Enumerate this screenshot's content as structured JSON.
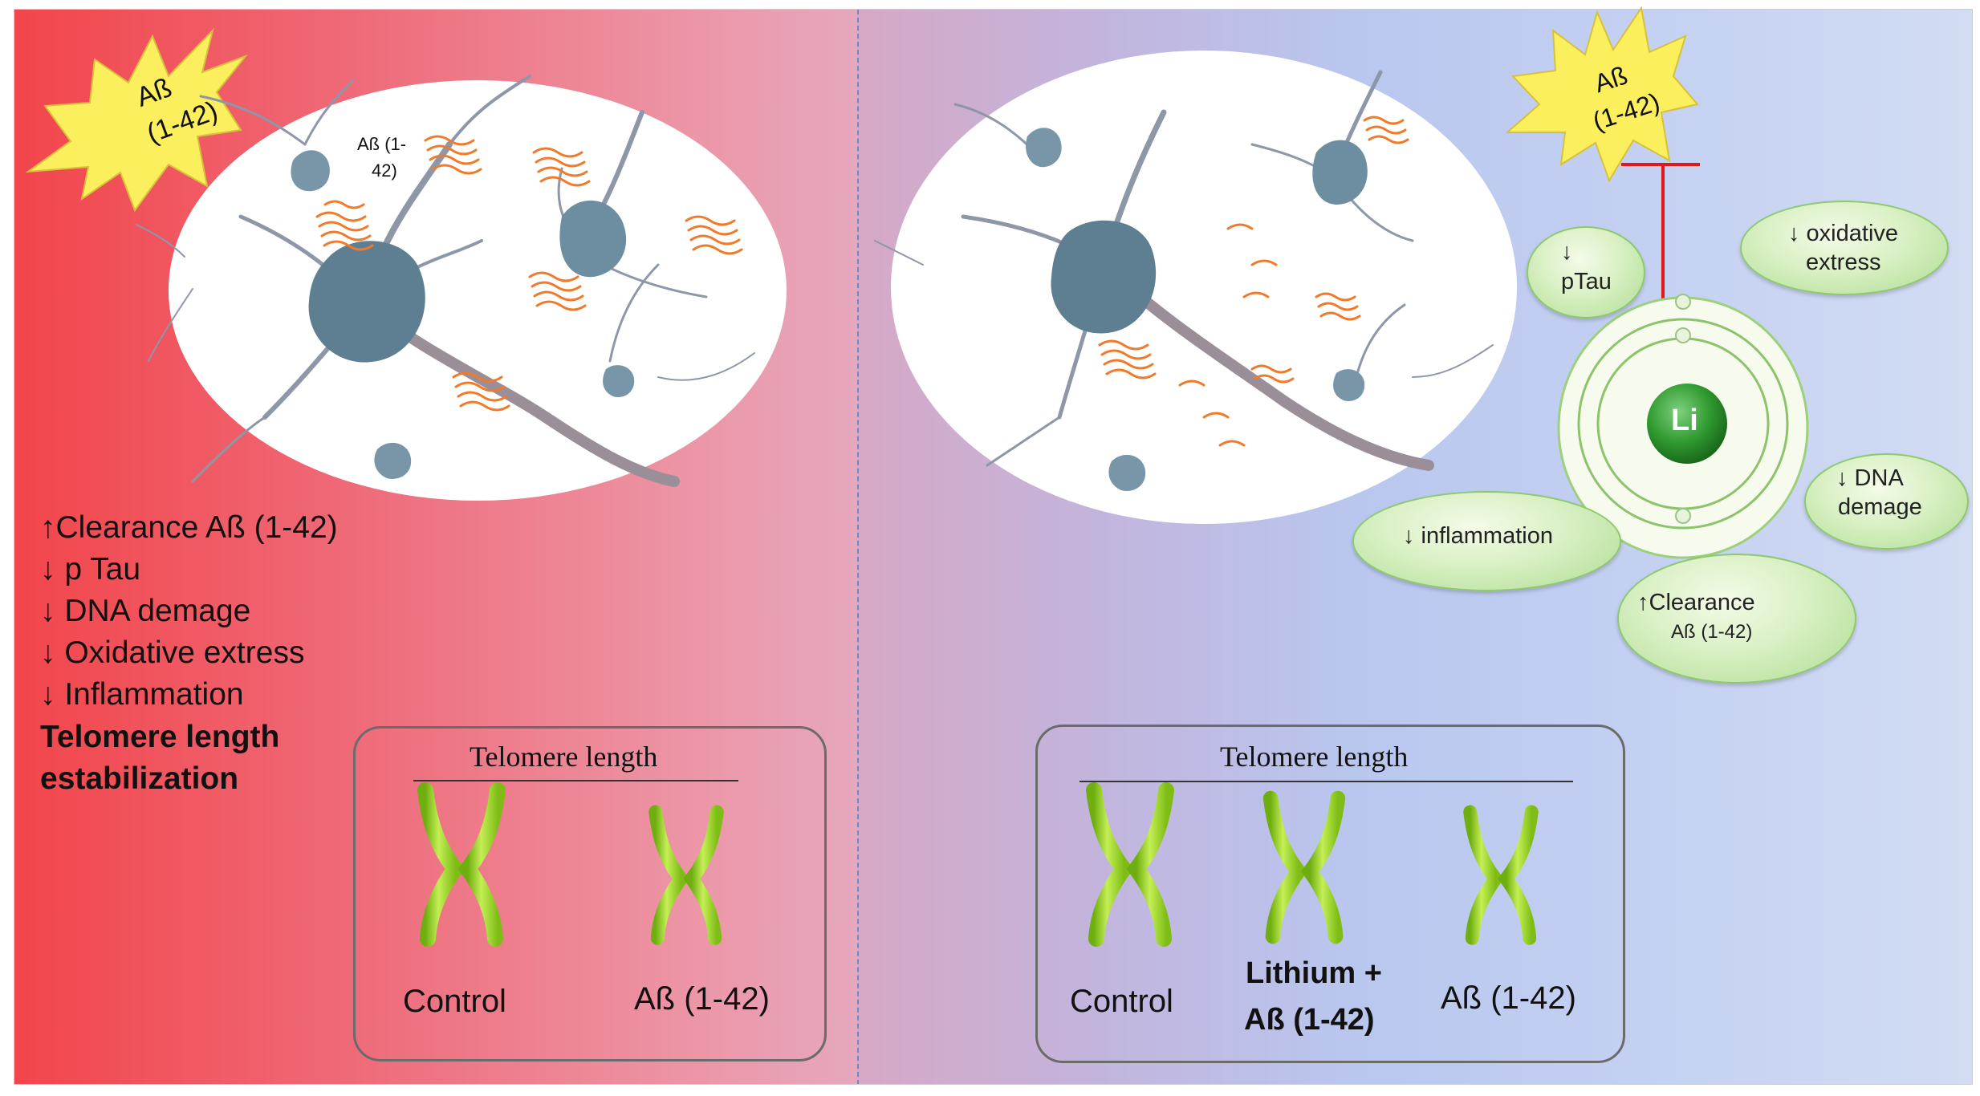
{
  "left_panel": {
    "burst_label_line1": "Aß",
    "burst_label_line2": "(1-42)",
    "cell_label_line1": "Aß (1-",
    "cell_label_line2": "42)",
    "benefits": [
      "↑Clearance Aß (1-42)",
      "↓ p Tau",
      "↓ DNA demage",
      "↓ Oxidative extress",
      "↓ Inflammation"
    ],
    "conclusion_line1": "Telomere length",
    "conclusion_line2": "estabilization",
    "telomere_box": {
      "title": "Telomere length",
      "labels": [
        "Control",
        "Aß (1-42)"
      ]
    }
  },
  "right_panel": {
    "burst_label_line1": "Aß",
    "burst_label_line2": "(1-42)",
    "lithium_symbol": "Li",
    "effects": {
      "ptau_line1": "↓",
      "ptau_line2": "pTau",
      "oxidative_line1": "↓ oxidative",
      "oxidative_line2": "extress",
      "dna_line1": "↓ DNA",
      "dna_line2": "demage",
      "inflammation": "↓ inflammation",
      "clearance_line1": "↑Clearance",
      "clearance_line2": "Aß (1-42)"
    },
    "telomere_box": {
      "title": "Telomere length",
      "labels": [
        "Control",
        "Lithium +",
        "Aß (1-42)",
        "Aß (1-42)"
      ]
    }
  },
  "colors": {
    "left_panel": "#f2454b",
    "right_panel": "#bfcdf0",
    "chromosome": "#9bd62a",
    "inhibition_line": "#e01818",
    "amyloid": "#f07a2a",
    "lithium_atom": "#2f9a2f"
  }
}
